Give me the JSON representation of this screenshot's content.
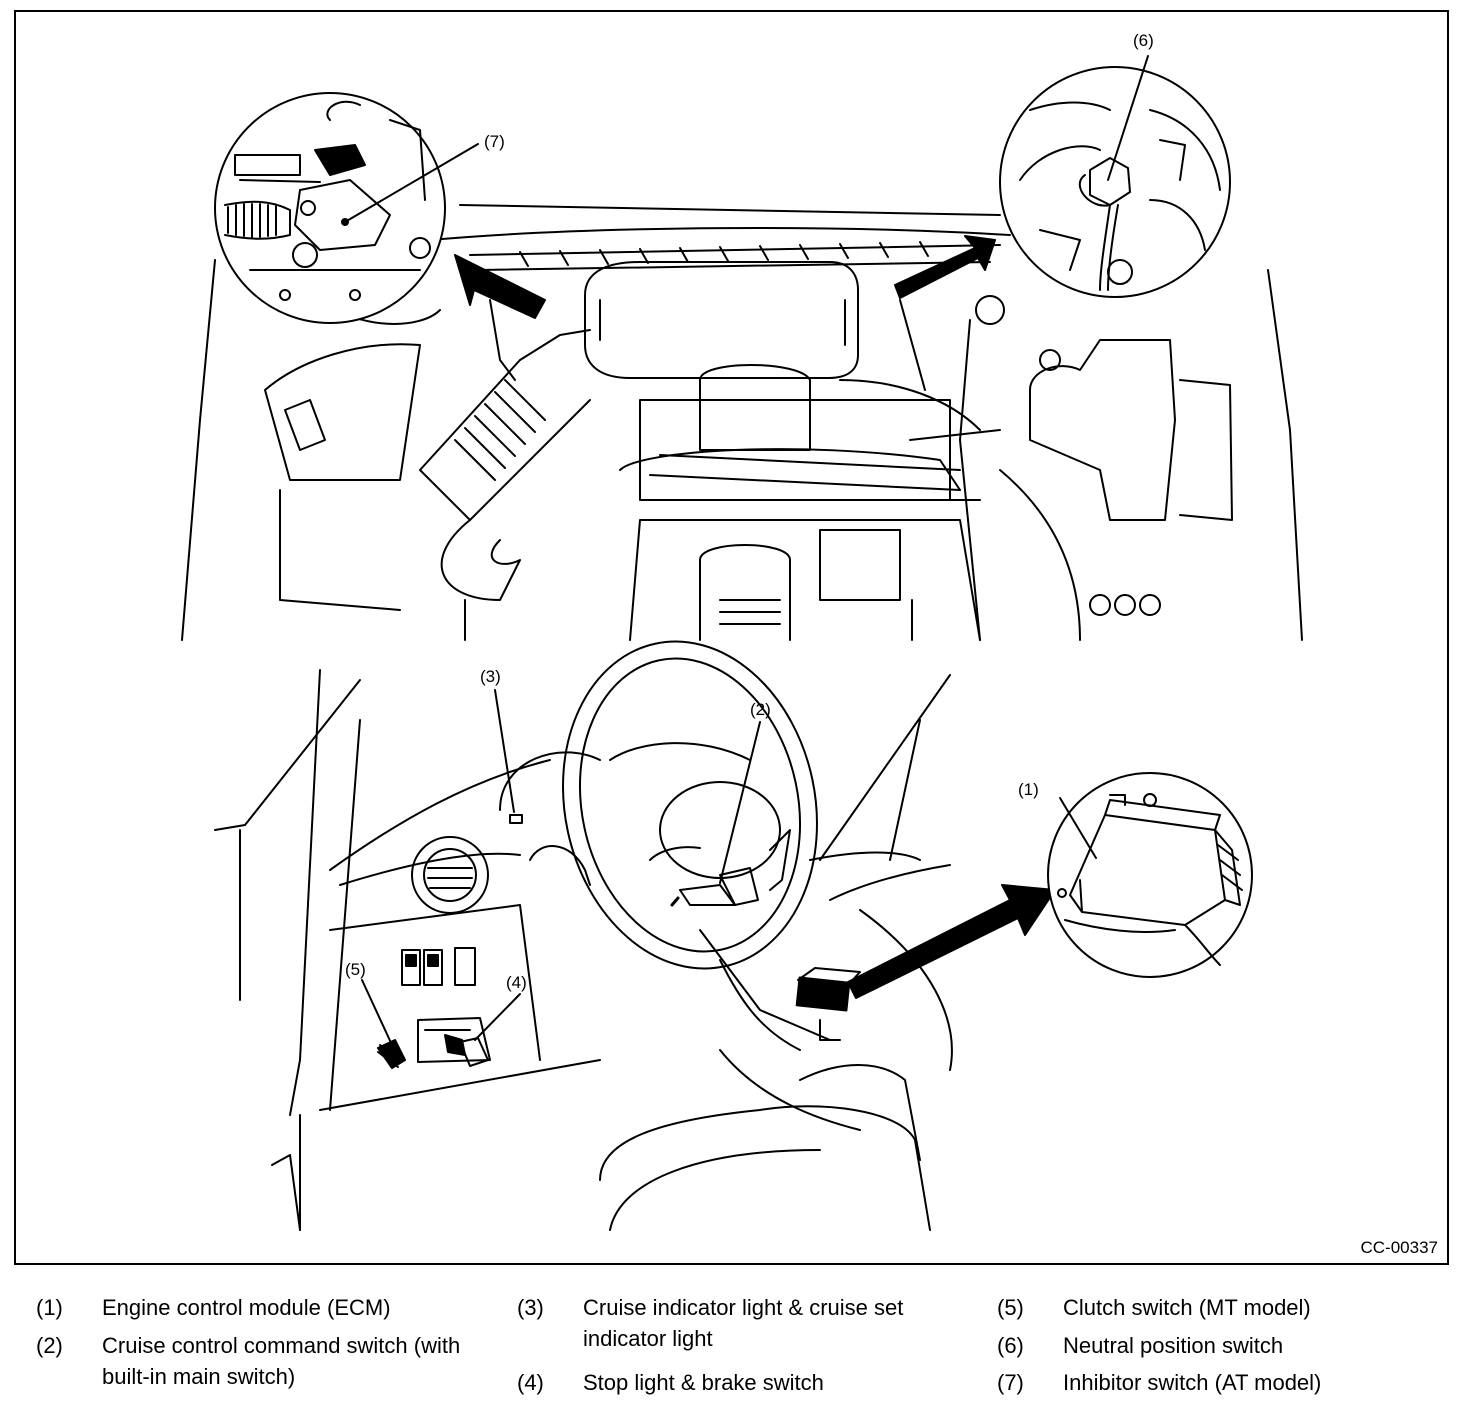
{
  "figure_id": "CC-00337",
  "callouts": {
    "c1": "(1)",
    "c2": "(2)",
    "c3": "(3)",
    "c4": "(4)",
    "c5": "(5)",
    "c6": "(6)",
    "c7": "(7)"
  },
  "legend": [
    {
      "num": "(1)",
      "text": "Engine control module (ECM)"
    },
    {
      "num": "(2)",
      "text": "Cruise control command switch (with built-in main switch)"
    },
    {
      "num": "(3)",
      "text": "Cruise indicator light & cruise set indicator light"
    },
    {
      "num": "(4)",
      "text": "Stop light & brake switch"
    },
    {
      "num": "(5)",
      "text": "Clutch switch (MT model)"
    },
    {
      "num": "(6)",
      "text": "Neutral position switch"
    },
    {
      "num": "(7)",
      "text": "Inhibitor switch (AT model)"
    }
  ],
  "colors": {
    "line": "#000000",
    "background": "#ffffff"
  }
}
